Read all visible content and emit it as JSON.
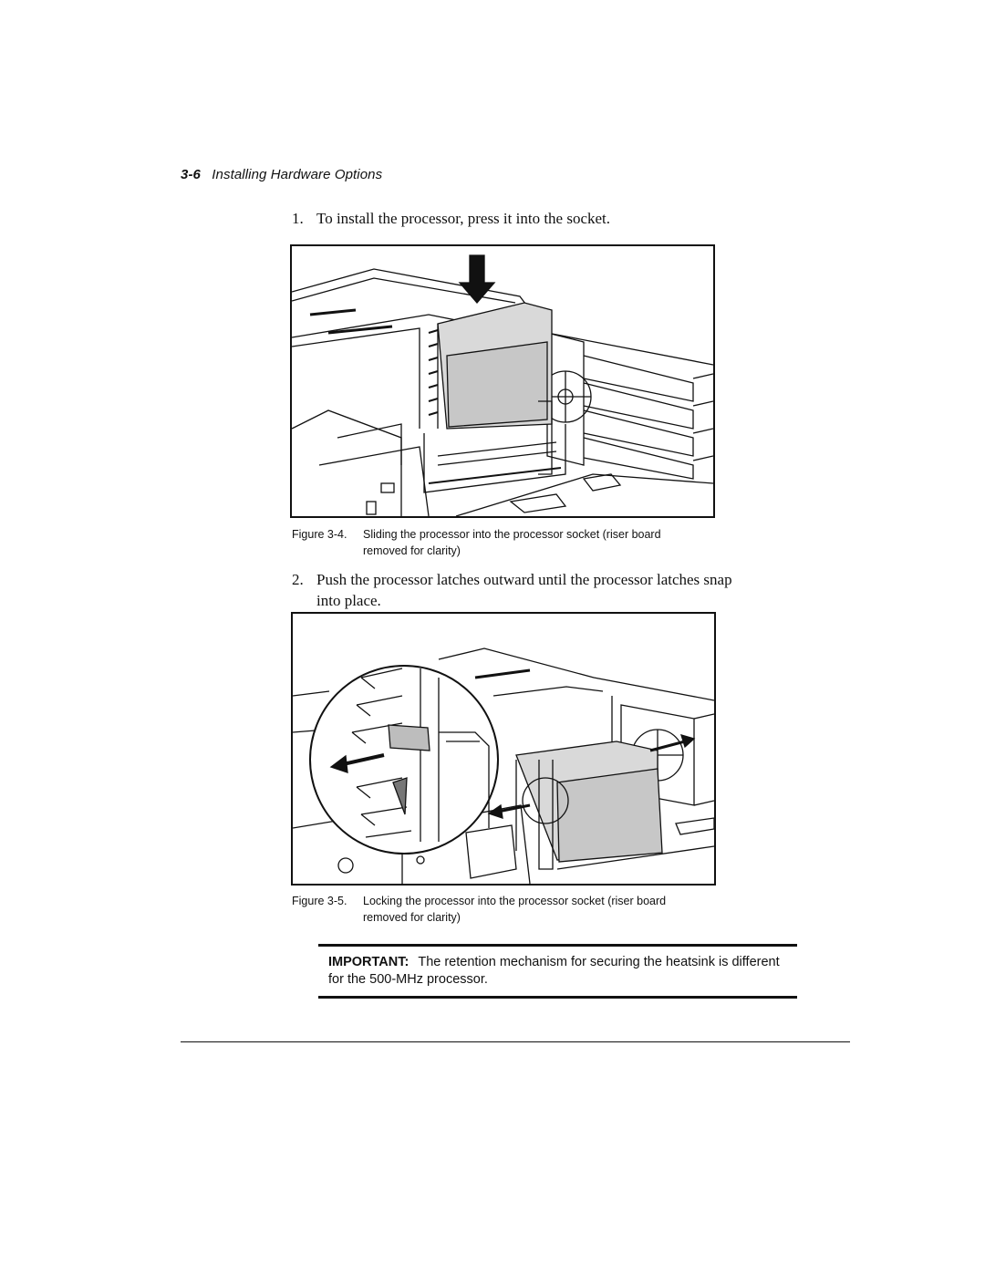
{
  "header": {
    "page_number": "3-6",
    "chapter_title": "Installing Hardware Options"
  },
  "steps": [
    {
      "number": "1.",
      "text": "To install the processor, press it into the socket."
    },
    {
      "number": "2.",
      "text": "Push the processor latches outward until the processor latches snap into place."
    }
  ],
  "figures": [
    {
      "label": "Figure 3-4.",
      "caption": "Sliding the processor into the processor socket (riser board removed for clarity)"
    },
    {
      "label": "Figure 3-5.",
      "caption": "Locking the processor into the processor socket (riser board removed for clarity)"
    }
  ],
  "important": {
    "keyword": "IMPORTANT:",
    "text": "The retention mechanism for securing the heatsink  is different for the 500-MHz processor."
  }
}
